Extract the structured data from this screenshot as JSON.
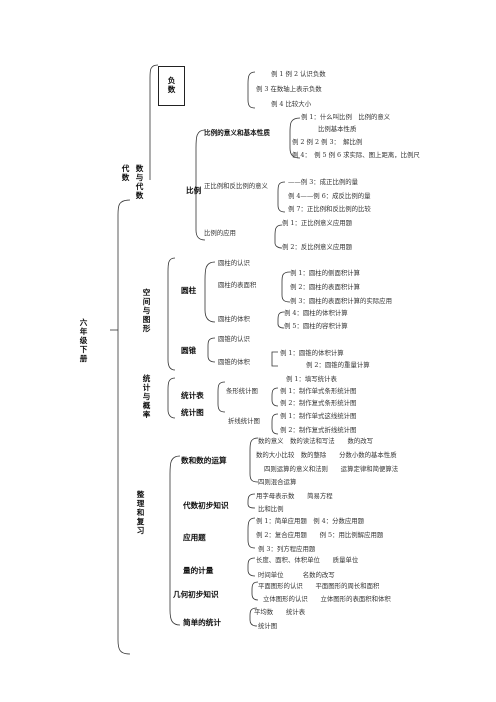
{
  "root": "六年级下册",
  "branches": {
    "shu_yu_dai_shu": "数与代数",
    "dai_shu": "代数",
    "fu_shu": "负数",
    "bi_li": "比例",
    "kongjian": "空间与图形",
    "yuanzhu": "圆柱",
    "yuanzhui": "圆锥",
    "tongji": "统计与概率",
    "tongjibiao": "统计表",
    "tongjitu": "统计图",
    "zhengli": "整理和复习",
    "shu_yunsuan": "数和数的运算",
    "daishu_chubu": "代数初步知识",
    "yingyongti": "应用题",
    "liang_jiliang": "量的计量",
    "jihe_chubu": "几何初步知识",
    "jiandan_tongji": "简单的统计"
  },
  "fushu_items": [
    "例 1 例 2 认识负数",
    "例 3 在数轴上表示负数",
    "例 4 比较大小"
  ],
  "bili_topics": {
    "yiyi": "比例的意义和基本性质",
    "zhengfan": "正比例和反比例的意义",
    "yingyong": "比例的应用"
  },
  "bili_yiyi_items": [
    "例 1：什么叫比例　比例的意义",
    "比例基本性质",
    "例 2 例 2 例 3：　解比例",
    "例 4：　例 5 例 6 求实际、图上距离，比例尺"
  ],
  "bili_zhengfan_items": [
    "——例 3：成正比例的量",
    "例 4——例 6：成反比例的量",
    "例 7：正比例和反比例的比较"
  ],
  "bili_yingyong_items": [
    "例 1：正比例意义应用题",
    "例 2：反比例意义应用题"
  ],
  "yuanzhu_topics": {
    "renshi": "圆柱的认识",
    "biaomianji": "圆柱的表面积",
    "tiji": "圆柱的体积"
  },
  "yuanzhu_bmj_items": [
    "例 1：圆柱的侧面积计算",
    "例 2：圆柱的表面积计算",
    "例 3：圆柱的表面积计算的实际应用"
  ],
  "yuanzhu_tiji_items": [
    "例 4：圆柱的体积计算",
    "例 5：圆柱的容积计算"
  ],
  "yuanzhui_topics": {
    "renshi": "圆锥的认识",
    "tiji": "圆锥的体积"
  },
  "yuanzhui_tiji_items": [
    "例 1：圆锥的体积计算",
    "例 2：圆锥的重量计算"
  ],
  "tongji_items": {
    "lizi_biao": "例 1：填写统计表",
    "tiaoxing": "条形统计图",
    "tiaoxing_items": [
      "例 1：制作单式条形统计图",
      "例 2：制作复式条形统计图"
    ],
    "zhexian": "折线统计图",
    "zhexian_items": [
      "例 1：制作单式这线统计图",
      "例 2：制作复式折线统计图"
    ]
  },
  "review": {
    "shu_lines": [
      "数的意义　数的读法和写法　　数的改写",
      "数的大小比较　数的整除　　分数小数的基本性质",
      "四则运算的意义和法则　　运算定律和简便算法",
      "四则混合运算"
    ],
    "daishu_lines": [
      "用字母表示数　　简易方程",
      "比和比例"
    ],
    "yingyong_lines": [
      "例 1：简单应用题　例 4：分数应用题",
      "例 2：复合应用题　　例 5：用比例解应用题",
      "例 3：列方程应用题"
    ],
    "liang_lines": [
      "长度、面积、体积单位　　质量单位",
      "时间单位　　　名数的改写"
    ],
    "jihe_lines": [
      "平面图形的认识　　平面图形的周长和面积",
      "立体图形的认识　　立体图形的表面积和体积"
    ],
    "tongji_lines": [
      "平均数　　统计表",
      "统计图"
    ]
  }
}
